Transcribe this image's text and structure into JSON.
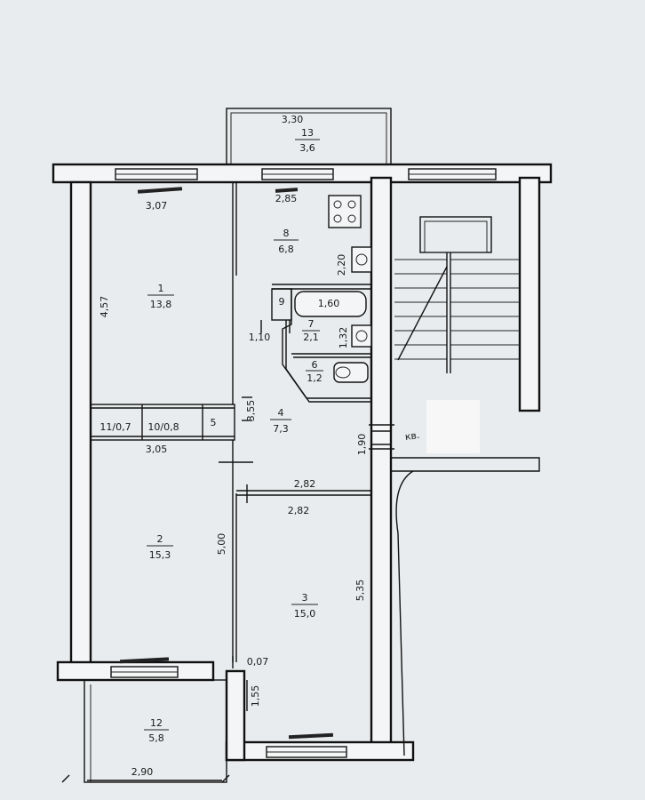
{
  "rooms": {
    "r1": {
      "num": "1",
      "area": "13,8"
    },
    "r2": {
      "num": "2",
      "area": "15,3"
    },
    "r3": {
      "num": "3",
      "area": "15,0"
    },
    "r4": {
      "num": "4",
      "area": "7,3"
    },
    "r5": {
      "num": "5"
    },
    "r6": {
      "num": "6",
      "area": "1,2"
    },
    "r7": {
      "num": "7",
      "area": "2,1"
    },
    "r8": {
      "num": "8",
      "area": "6,8"
    },
    "r9": {
      "num": "9"
    },
    "r10": {
      "label": "10/0,8"
    },
    "r11": {
      "label": "11/0,7"
    },
    "r12": {
      "num": "12",
      "area": "5,8"
    },
    "r13": {
      "num": "13",
      "area": "3,6"
    }
  },
  "dimensions": {
    "balcony_top_width": "3,30",
    "room1_width": "3,07",
    "kitchen_width": "2,85",
    "kitchen_depth": "2,20",
    "room1_depth": "4,57",
    "bath_length": "1,60",
    "bath_width": "1,32",
    "wc_width": "1,10",
    "hall_depth": "3,55",
    "room2_top_width": "3,05",
    "hall_width_upper": "2,82",
    "room3_width": "2,82",
    "room2_depth": "5,00",
    "room3_depth": "5,35",
    "entry_depth": "1,90",
    "offset": "0,07",
    "loggia_depth": "1,55",
    "loggia_width": "2,90"
  },
  "stair_label": "кв."
}
